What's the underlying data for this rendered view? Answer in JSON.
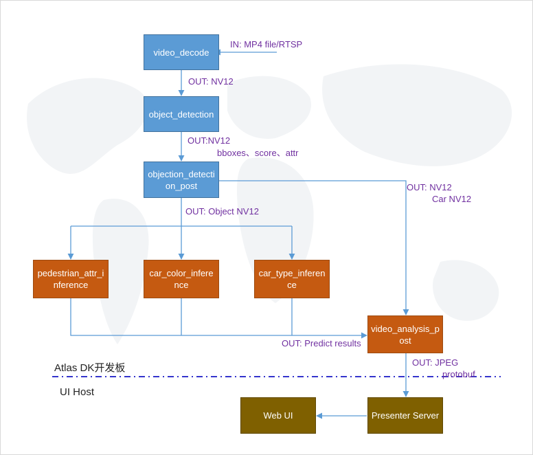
{
  "nodes": {
    "video_decode": "video_decode",
    "object_detection": "object_detection",
    "objection_detection_post": "objection_detection_post",
    "pedestrian_attr_inference": "pedestrian_attr_inference",
    "car_color_inference": "car_color_inference",
    "car_type_inference": "car_type_inference",
    "video_analysis_post": "video_analysis_post",
    "presenter_server": "Presenter Server",
    "web_ui": "Web UI"
  },
  "labels": {
    "input": "IN: MP4 file/RTSP",
    "out_nv12": "OUT: NV12",
    "out_nv12_b": "OUT:NV12",
    "bboxes": "bboxes、score、attr",
    "out_object": "OUT: Object NV12",
    "out_nv12_right": "OUT: NV12",
    "car_nv12": "Car NV12",
    "predict": "OUT: Predict results",
    "out_jpeg": "OUT: JPEG",
    "protobuf": "protobuf"
  },
  "sections": {
    "atlas": "Atlas DK开发板",
    "ui_host": "UI Host"
  },
  "colors": {
    "blue_box": "#5b9bd5",
    "orange_box": "#c55a11",
    "olive_box": "#7f6000",
    "arrow": "#5b9bd5",
    "label": "#7030a0",
    "divider": "#3333cc"
  }
}
